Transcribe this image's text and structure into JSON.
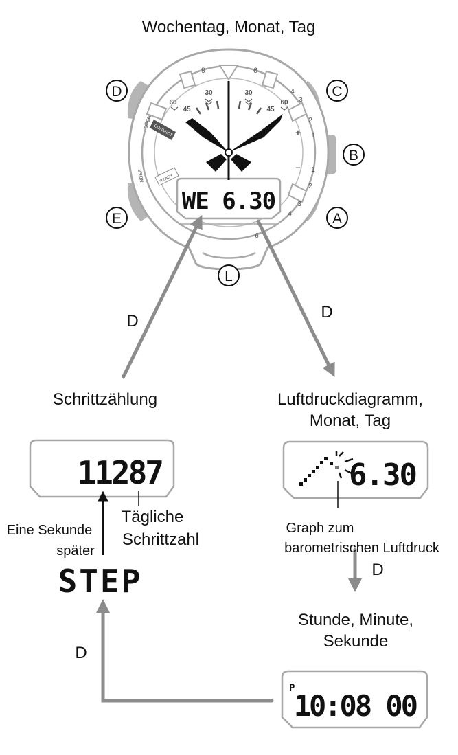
{
  "title": "Wochentag, Monat, Tag",
  "buttons": {
    "d": "D",
    "c": "C",
    "b": "B",
    "e": "E",
    "a": "A",
    "l": "L"
  },
  "watch": {
    "lcd_text": "WE 6.30",
    "dial_numbers": {
      "n9": "9",
      "n6": "6",
      "n30_left": "30",
      "n30_right": "30",
      "n45_left": "45",
      "n45_right": "45",
      "n60_left": "60",
      "n60_right": "60",
      "n3": "3",
      "n4": "4",
      "n2": "2",
      "n1": "1",
      "n1b": "1",
      "n2b": "2",
      "n3b": "3",
      "n4b": "4",
      "n6b": "6",
      "plus": "+",
      "minus": "–"
    },
    "side_labels": {
      "over": "OVER",
      "under": "UNDER",
      "connect": "CONNECT",
      "ready": "READY"
    }
  },
  "transitions": {
    "to_baro": "D",
    "to_step": "D",
    "to_time": "D",
    "time_to_step": "D"
  },
  "step_mode": {
    "heading": "Schrittzählung",
    "count": "11287",
    "count_label_line1": "Tägliche",
    "count_label_line2": "Schrittzahl",
    "delay_line1": "Eine Sekunde",
    "delay_line2": "später",
    "step_text": "STEP"
  },
  "baro_mode": {
    "heading_line1": "Luftdruckdiagramm,",
    "heading_line2": "Monat, Tag",
    "date": "6.30",
    "graph_label_line1": "Graph zum",
    "graph_label_line2": "barometrischen Luftdruck"
  },
  "time_mode": {
    "heading_line1": "Stunde, Minute,",
    "heading_line2": "Sekunde",
    "indicator": "P",
    "time": "10:08 00"
  },
  "colors": {
    "arrow": "#8c8c8c",
    "button": "#b5b5b5",
    "outline": "#a8a8a8",
    "ink": "#111111"
  }
}
